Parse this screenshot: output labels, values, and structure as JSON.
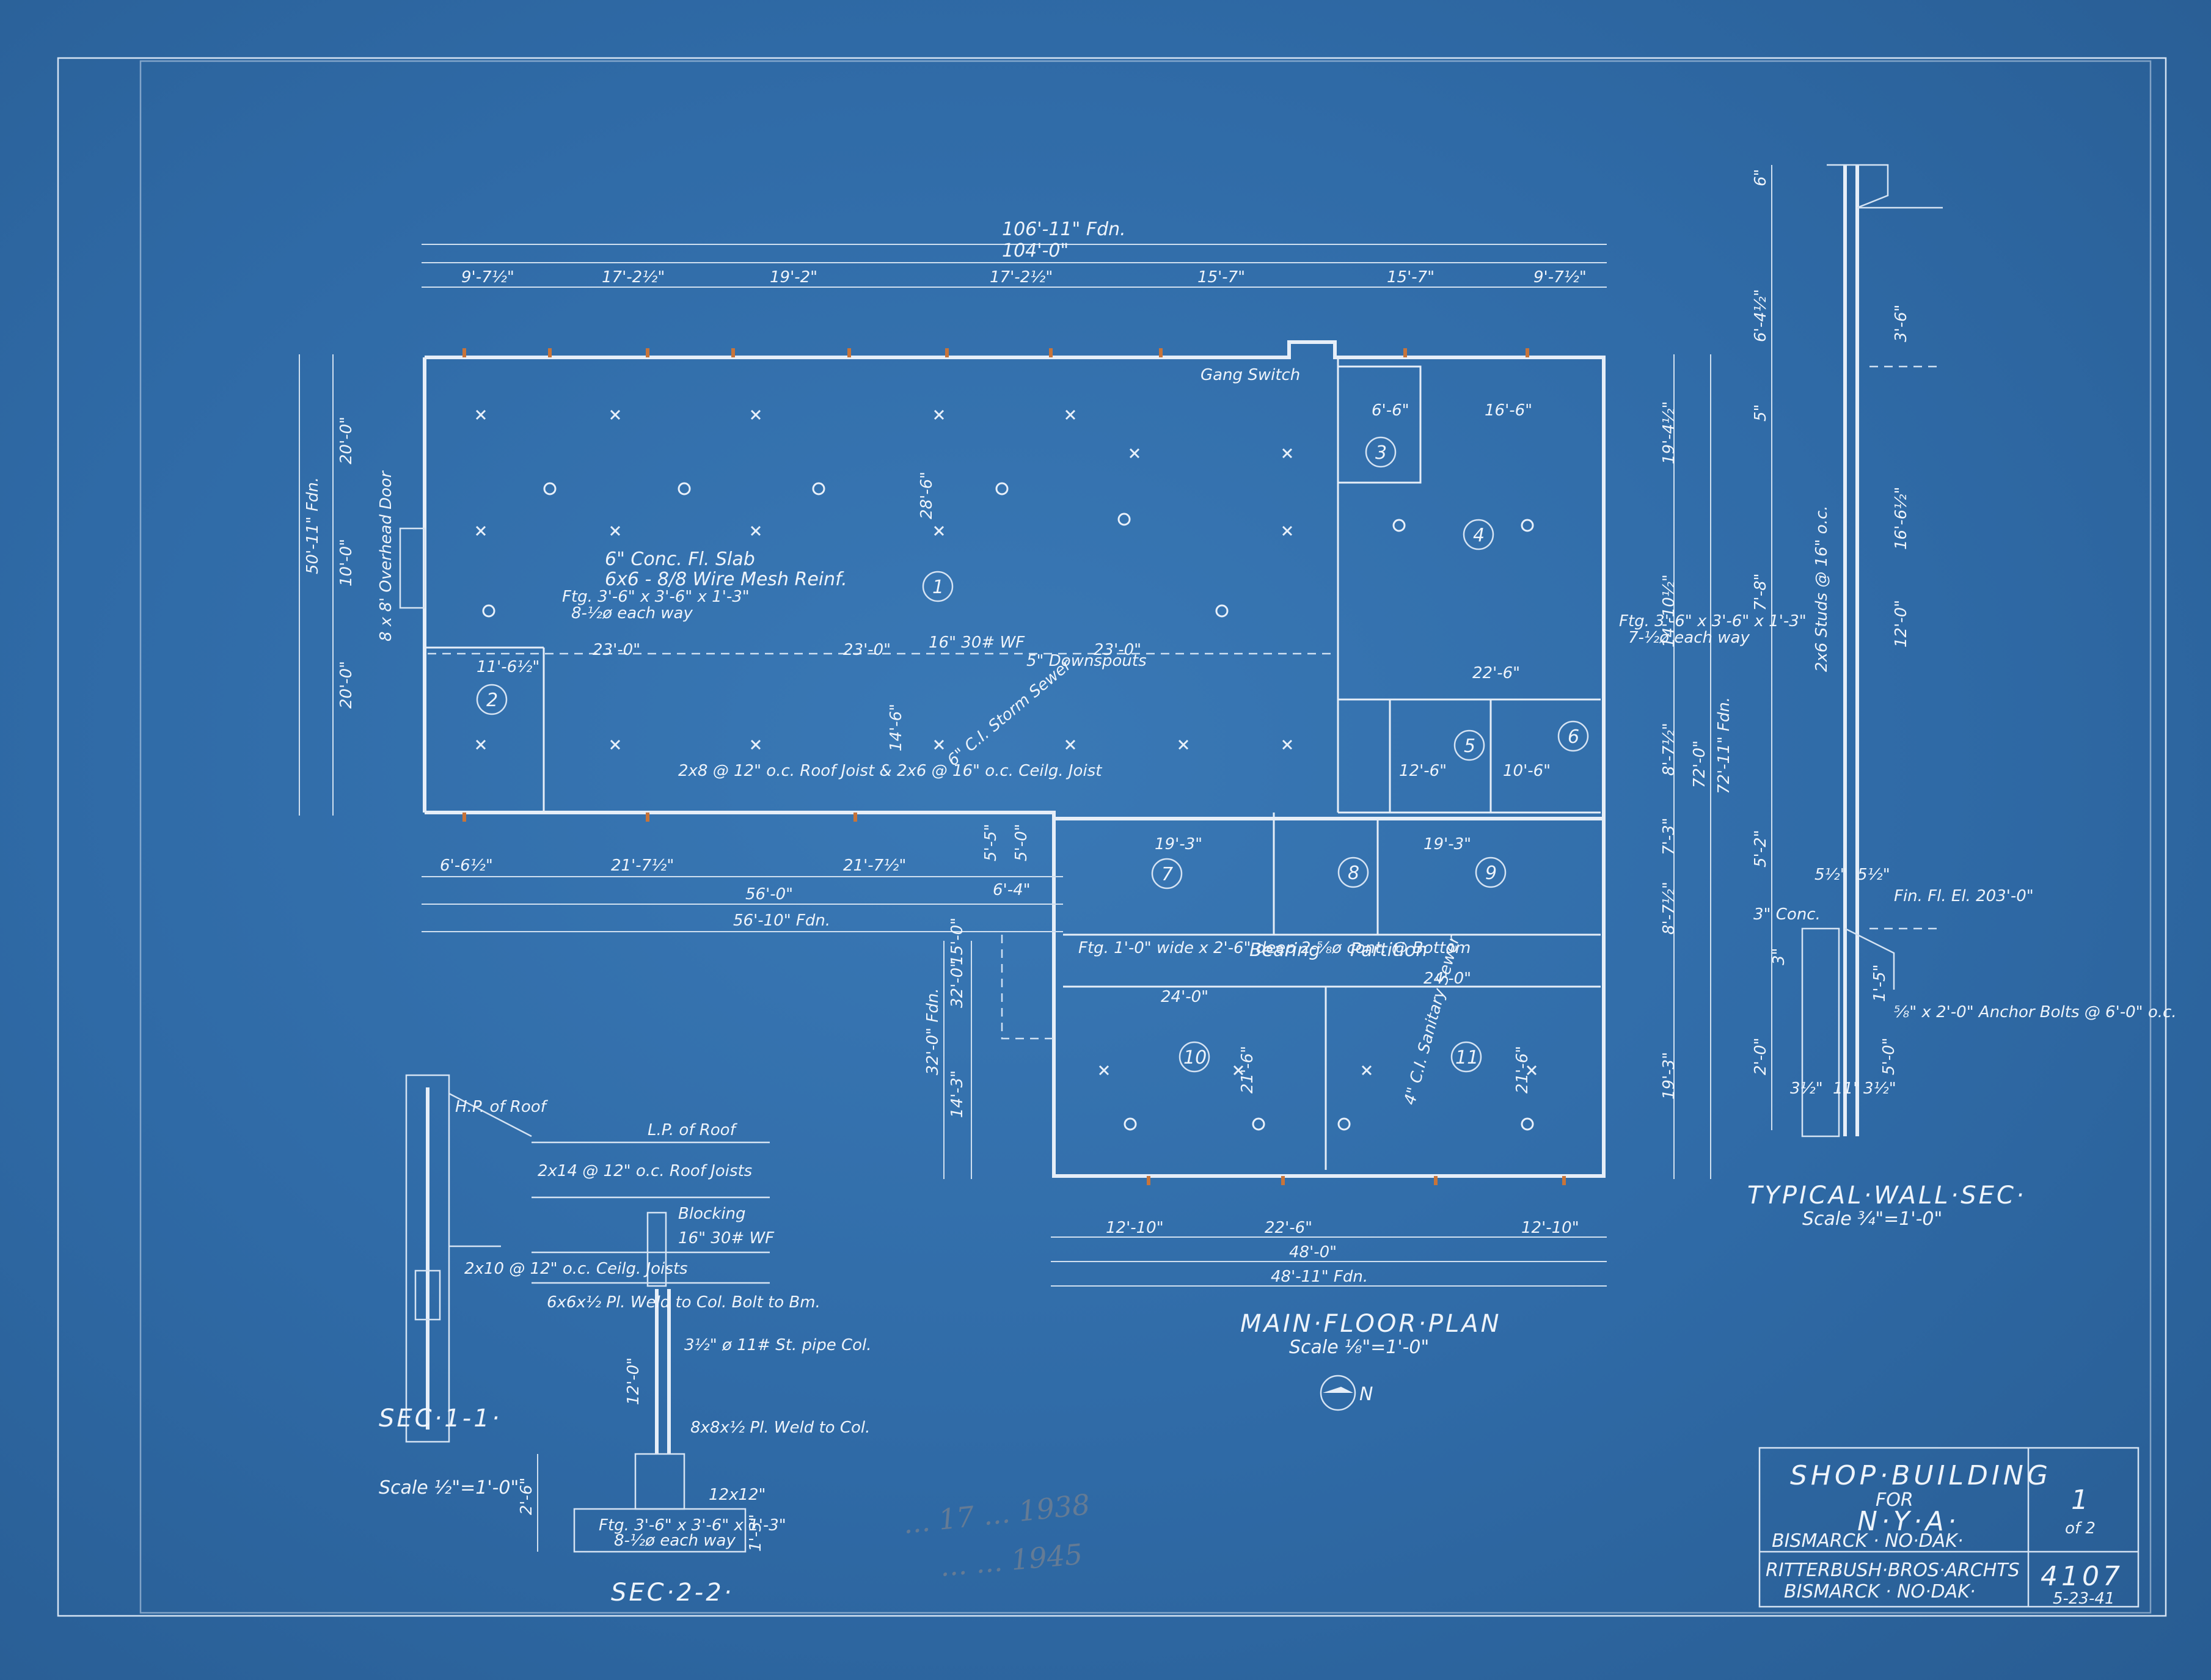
{
  "plan": {
    "title": "MAIN·FLOOR·PLAN",
    "scale": "Scale ⅛\"=1'-0\"",
    "north": "N"
  },
  "wall_section": {
    "title": "TYPICAL·WALL·SEC·",
    "scale": "Scale ¾\"=1'-0\"",
    "fin_floor": "Fin. Fl. El. 203'-0\"",
    "anchor": "⅝\" x 2'-0\" Anchor Bolts @ 6'-0\" o.c.",
    "studs": "2x6 Studs @ 16\" o.c.",
    "dims": [
      "6\"",
      "6'-4½\"",
      "3'-6\"",
      "5\"",
      "16'-6½\"",
      "7'-8\"",
      "12'-0\"",
      "5'-2\"",
      "2'-0\"",
      "3\"",
      "5'-0\"",
      "1'-5\"",
      "3½\"",
      "11\"",
      "3½\"",
      "5½\"",
      "5½\"",
      "3\" Conc."
    ]
  },
  "sec11": {
    "title": "SEC·1-1·",
    "scale": "Scale ½\"=1'-0\"",
    "roof": "H.P. of Roof"
  },
  "sec22": {
    "title": "SEC·2-2·",
    "low_roof": "L.P. of Roof",
    "joists": "2x14 @ 12\" o.c. Roof Joists",
    "blocking": "Blocking",
    "beam": "16\" 30# WF",
    "ceiling": "2x10 @ 12\" o.c. Ceilg. Joists",
    "plate1": "6x6x½ Pl. Weld to Col. Bolt to Bm.",
    "column": "3½\" ø 11# St. pipe Col.",
    "col_height": "12'-0\"",
    "plate2": "8x8x½ Pl. Weld to Col.",
    "footing": "Ftg. 3'-6\" x 3'-6\" x 1'-3\"",
    "footing_reinf": "8-½ø each way",
    "dim_width": "12x12\"",
    "dim_a": "2'-6\"",
    "dim_b": "1'-3\""
  },
  "title_block": {
    "project": "SHOP·BUILDING",
    "for": "FOR",
    "client": "N·Y·A·",
    "location": "BISMARCK · NO·DAK·",
    "architects": "RITTERBUSH·BROS·ARCHTS",
    "arch_location": "BISMARCK · NO·DAK·",
    "sheet": "1",
    "of": "of 2",
    "number": "4107",
    "date": "5-23-41"
  },
  "dimensions": {
    "overall_fdn": "106'-11\" Fdn.",
    "overall": "104'-0\"",
    "top_segments": [
      "9'-7½\"",
      "17'-2½\"",
      "19'-2\"",
      "17'-2½\"",
      "15'-7\"",
      "15'-7\"",
      "9'-7½\""
    ],
    "left_total": "50'-11\" Fdn.",
    "left_segs": [
      "20'-0\"",
      "10'-0\"",
      "20'-0\""
    ],
    "bottom_segs": [
      "6'-6½\"",
      "21'-7½\"",
      "21'-7½\""
    ],
    "bottom_total": "56'-0\"",
    "bottom_fdn": "56'-10\" Fdn.",
    "lower_bottom": [
      "12'-10\"",
      "22'-6\"",
      "12'-10\""
    ],
    "lower_total": "48'-0\"",
    "lower_fdn": "48'-11\" Fdn.",
    "right_segs": [
      "19'-4½\"",
      "14'-10½\"",
      "8'-7½\"",
      "7'-3\"",
      "8'-7½\"",
      "19'-3\""
    ],
    "right_total": "72'-0\"",
    "right_fdn": "72'-11\" Fdn.",
    "lower_left": [
      "32'-0\" Fdn.",
      "32'-0\"",
      "15'-0\"",
      "14'-3\""
    ],
    "side": [
      "5'-5\"",
      "5'-0\"",
      "6'-4\""
    ]
  },
  "notes": {
    "slab": "6\" Conc. Fl. Slab",
    "mesh": "6x6 - 8/8 Wire Mesh Reinf.",
    "roof_joist": "2x8 @ 12\" o.c. Roof Joist & 2x6 @ 16\" o.c. Ceilg. Joist",
    "ftg_left": "Ftg. 3'-6\" x 3'-6\" x 1'-3\"",
    "ftg_left2": "8-½ø each way",
    "ftg_right": "Ftg. 3'-6\" x 3'-6\" x 1'-3\"",
    "ftg_right2": "7-½ø each way",
    "beam": "16\" 30# WF",
    "downspouts": "5\" Downspouts",
    "storm": "6\" C.I. Storm Sewer",
    "gang": "Gang Switch",
    "overhead": "8 x 8' Overhead Door",
    "sanitary": "4\" C.I. Sanitary Sewer",
    "lower_ftg": "Ftg. 1'-0\" wide x 2'-6\" deep 2-⅝ø cont. @ Bottom",
    "bearing": "Bearing",
    "partition": "Partition",
    "spans": [
      "23'-0\"",
      "23'-0\"",
      "23'-0\"",
      "22'-6\""
    ],
    "room_dims": [
      "6'-6\"",
      "16'-6\"",
      "11'-6½\"",
      "12'-6\"",
      "10'-6\"",
      "19'-3\"",
      "19'-3\"",
      "24'-0\"",
      "24'-0\"",
      "14'-6\"",
      "28'-6\"",
      "21'-6\"",
      "21'-6\""
    ]
  },
  "rooms": [
    "1",
    "2",
    "3",
    "4",
    "5",
    "6",
    "7",
    "8",
    "9",
    "10",
    "11"
  ],
  "handwriting": {
    "line1": "... 17 ... 1938",
    "line2": "... ... 1945"
  }
}
